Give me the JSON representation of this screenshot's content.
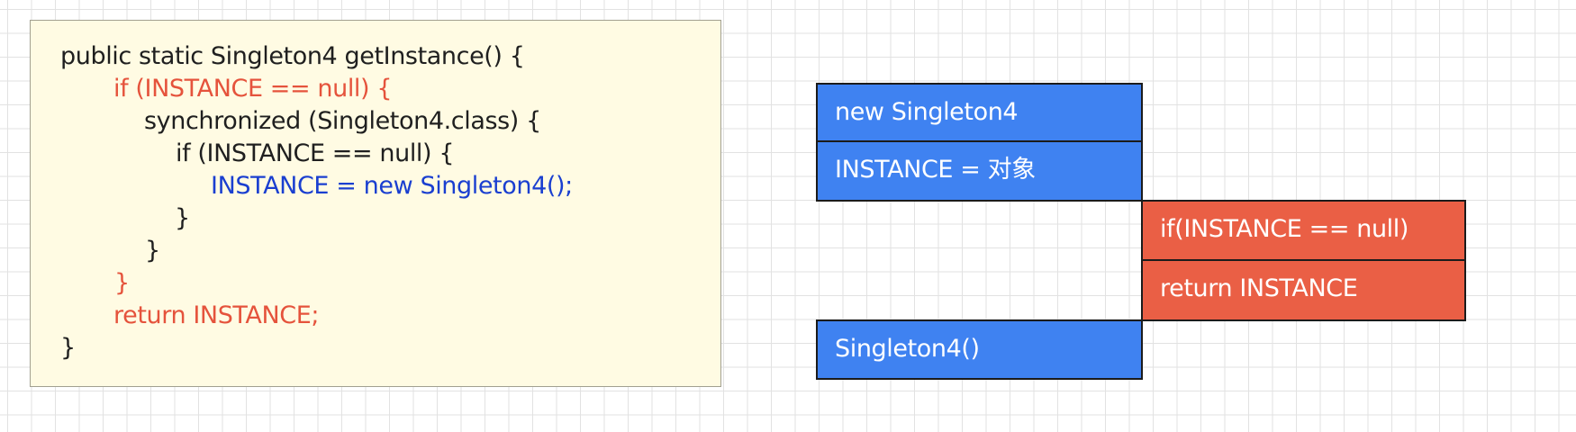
{
  "colors": {
    "code_background": "#fffbe3",
    "code_border": "#a2a090",
    "text_default": "#1f1f1f",
    "text_check": "#e5533c",
    "text_assign": "#1a3fd0",
    "thread1_block": "#3f82f1",
    "thread2_block": "#ea5f45",
    "grid_line": "#e2e2e2"
  },
  "code": {
    "lines": [
      {
        "text": "public static Singleton4 getInstance() {",
        "role": "default"
      },
      {
        "text": "if (INSTANCE == null) {",
        "role": "check"
      },
      {
        "text": "synchronized (Singleton4.class) {",
        "role": "default"
      },
      {
        "text": "if (INSTANCE == null) {",
        "role": "default"
      },
      {
        "text": "INSTANCE = new Singleton4();",
        "role": "assign"
      },
      {
        "text": "}",
        "role": "default"
      },
      {
        "text": "}",
        "role": "default"
      },
      {
        "text": "}",
        "role": "check"
      },
      {
        "text": "return INSTANCE;",
        "role": "check"
      },
      {
        "text": "}",
        "role": "default"
      }
    ]
  },
  "timeline": {
    "blocks": [
      {
        "label": "new Singleton4",
        "thread": "thread1"
      },
      {
        "label": "INSTANCE = 对象",
        "thread": "thread1"
      },
      {
        "label": "if(INSTANCE == null)",
        "thread": "thread2"
      },
      {
        "label": "return INSTANCE",
        "thread": "thread2"
      },
      {
        "label": "Singleton4()",
        "thread": "thread1"
      }
    ]
  }
}
